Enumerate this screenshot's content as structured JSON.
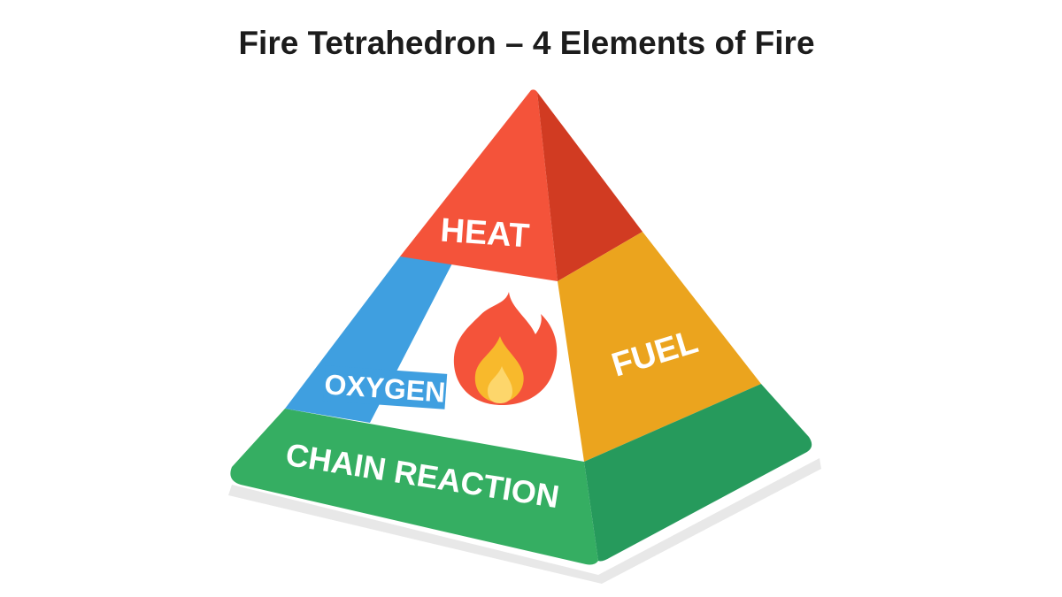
{
  "title": "Fire Tetrahedron – 4 Elements of Fire",
  "elements": [
    {
      "key": "heat",
      "label": "HEAT",
      "color": "#F4533A",
      "shade": "#D13B22"
    },
    {
      "key": "oxygen",
      "label": "OXYGEN",
      "color": "#3F9FE0"
    },
    {
      "key": "fuel",
      "label": "FUEL",
      "color": "#EBA41E"
    },
    {
      "key": "chain_reaction",
      "label": "CHAIN REACTION",
      "color": "#35AE62",
      "shade": "#269A5C"
    }
  ],
  "center_icon": "fire-icon",
  "colors": {
    "title": "#1C1C1C",
    "background": "#FFFFFF",
    "center_face": "#FFFFFF",
    "shadow": "#E6E6E6",
    "flame_outer": "#F4533A",
    "flame_middle": "#F8B92C",
    "flame_inner": "#FDD66B"
  }
}
